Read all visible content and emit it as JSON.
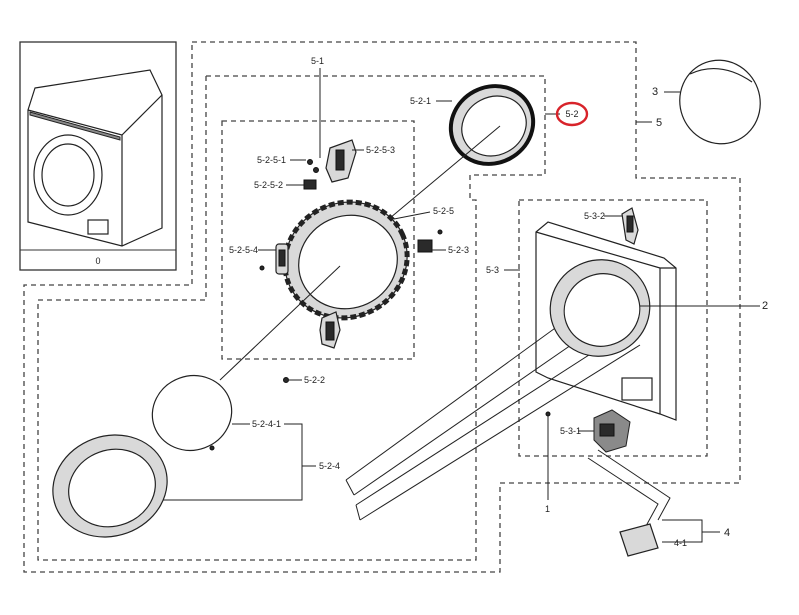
{
  "labels": {
    "frame_0": "0",
    "l_5_1": "5-1",
    "l_5_2_1": "5-2-1",
    "l_5_2": "5-2",
    "l_3": "3",
    "l_5": "5",
    "l_5_2_5_3": "5-2-5-3",
    "l_5_2_5_1": "5-2-5-1",
    "l_5_2_5_2": "5-2-5-2",
    "l_5_2_5": "5-2-5",
    "l_5_2_5_4": "5-2-5-4",
    "l_5_2_3": "5-2-3",
    "l_5_3_2": "5-3-2",
    "l_5_3": "5-3",
    "l_2": "2",
    "l_5_2_2": "5-2-2",
    "l_5_2_4_1": "5-2-4-1",
    "l_5_2_4": "5-2-4",
    "l_5_3_1": "5-3-1",
    "l_1": "1",
    "l_4": "4",
    "l_4_1": "4-1"
  },
  "colors": {
    "highlight_circle": "#d8232a",
    "line": "#222222"
  }
}
